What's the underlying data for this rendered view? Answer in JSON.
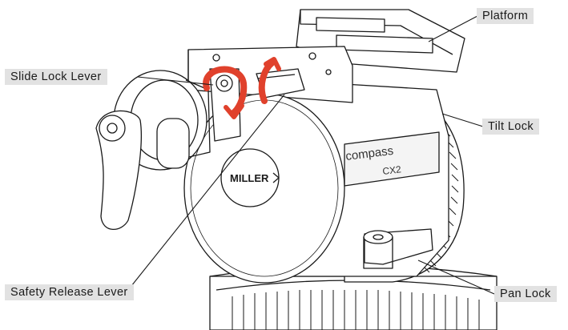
{
  "diagram": {
    "callouts": {
      "platform": "Platform",
      "slide_lock_lever": "Slide Lock Lever",
      "tilt_lock": "Tilt Lock",
      "safety_release_lever": "Safety Release Lever",
      "pan_lock": "Pan Lock"
    },
    "engraving": {
      "brand": "MILLER",
      "model_name": "compass",
      "model_code": "CX2"
    },
    "colors": {
      "arrow": "#e0412c",
      "label_bg": "#e2e2e2",
      "line": "#1a1a1a"
    }
  }
}
